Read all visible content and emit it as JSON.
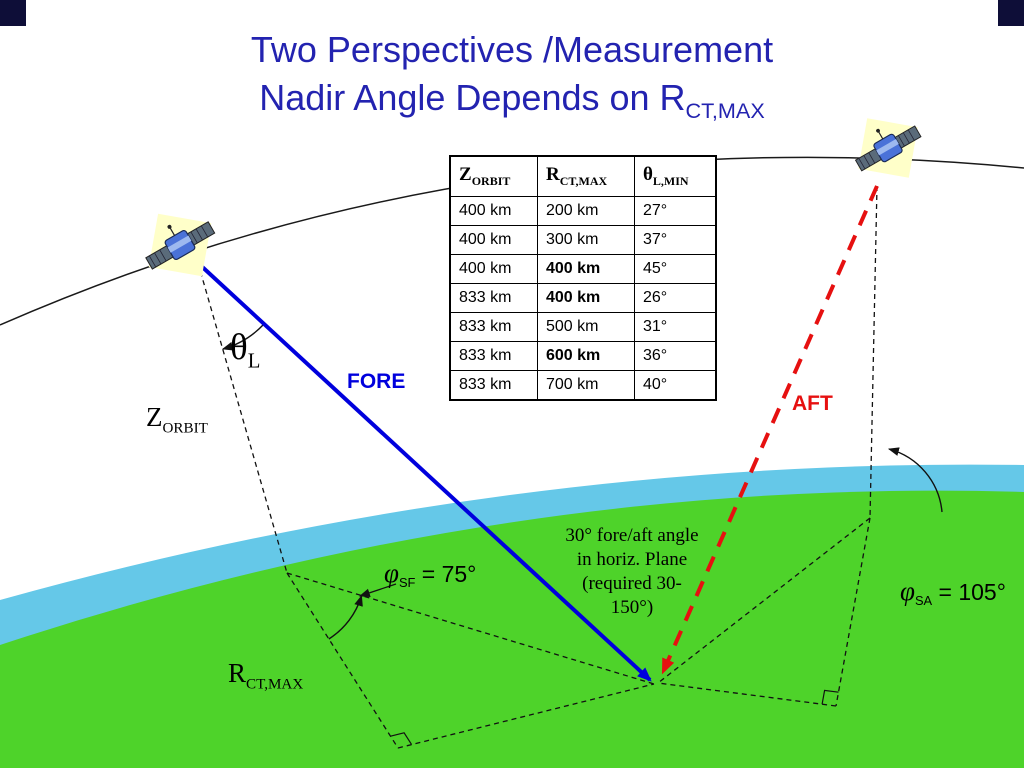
{
  "title": {
    "line1": "Two Perspectives /Measurement",
    "line2_main": "Nadir Angle Depends on R",
    "line2_sub": "CT,MAX"
  },
  "table": {
    "headers": [
      {
        "main": "Z",
        "sub": "ORBIT"
      },
      {
        "main": "R",
        "sub": "CT,MAX"
      },
      {
        "main": "θ",
        "sub": "L,MIN"
      }
    ],
    "rows": [
      {
        "z": "400 km",
        "r": "200 km",
        "theta": "27°"
      },
      {
        "z": "400 km",
        "r": "300 km",
        "theta": "37°"
      },
      {
        "z": "400 km",
        "r": "400 km",
        "theta": "45°"
      },
      {
        "z": "833 km",
        "r": "400 km",
        "theta": "26°"
      },
      {
        "z": "833 km",
        "r": "500 km",
        "theta": "31°"
      },
      {
        "z": "833 km",
        "r": "600 km",
        "theta": "36°"
      },
      {
        "z": "833 km",
        "r": "700 km",
        "theta": "40°"
      }
    ]
  },
  "labels": {
    "theta_l": {
      "main": "θ",
      "sub": "L"
    },
    "fore": "FORE",
    "aft": "AFT",
    "z_orbit": {
      "main": "Z",
      "sub": "ORBIT"
    },
    "r_ct_max": {
      "main": "R",
      "sub": "CT,MAX"
    },
    "phi_sf": {
      "main": "φ",
      "sub": "SF",
      "value": " = 75°"
    },
    "phi_sa": {
      "main": "φ",
      "sub": "SA",
      "value": " = 105°"
    },
    "note": {
      "line1": "30° fore/aft angle",
      "line2": "in horiz. Plane",
      "line3": "(required 30-",
      "line4": "150°)"
    }
  },
  "colors": {
    "title_blue": "#2323b0",
    "fore_line_blue": "#0000dd",
    "aft_line_red": "#e61010",
    "earth_green": "#4ed32a",
    "atmosphere_cyan": "#65c8e8",
    "corner_navy": "#0e0e38"
  }
}
